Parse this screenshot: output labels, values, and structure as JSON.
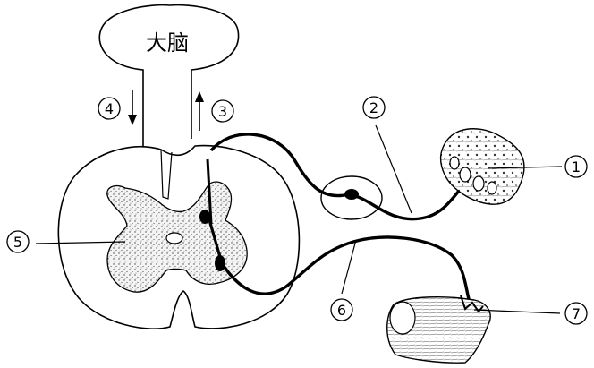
{
  "brain": {
    "label": "大脑"
  },
  "labels": {
    "receptor": "1",
    "afferent_nerve": "2",
    "ascending_tract": "3",
    "descending_tract": "4",
    "gray_matter": "5",
    "efferent_nerve": "6",
    "effector": "7"
  }
}
